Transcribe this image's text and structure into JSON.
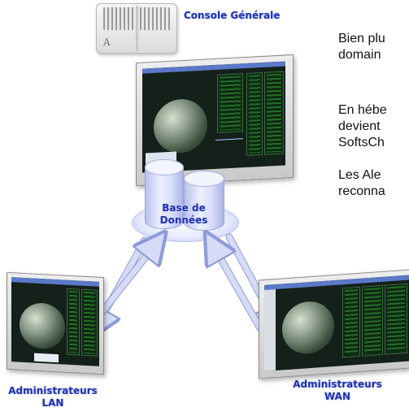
{
  "labels": {
    "console": "Console Générale",
    "database_line1": "Base de",
    "database_line2": "Données",
    "admin_lan_line1": "Administrateurs",
    "admin_lan_line2": "LAN",
    "admin_wan_line1": "Administrateurs",
    "admin_wan_line2": "WAN"
  },
  "paragraphs": {
    "p1_line1": "Bien plu",
    "p1_line2": "domain",
    "p2_line1": "En hébe",
    "p2_line2": "devient",
    "p2_line3": "SoftsCh",
    "p3_line1": "Les Ale",
    "p3_line2": "reconna"
  },
  "colors": {
    "label_text": "#2233aa",
    "arrow_fill": "#d6dcf7",
    "arrow_stroke": "#8e9bd6"
  },
  "icons": {
    "server": "server-icon",
    "monitor": "monitor-icon",
    "database": "database-icon",
    "arrow": "double-arrow-icon"
  }
}
